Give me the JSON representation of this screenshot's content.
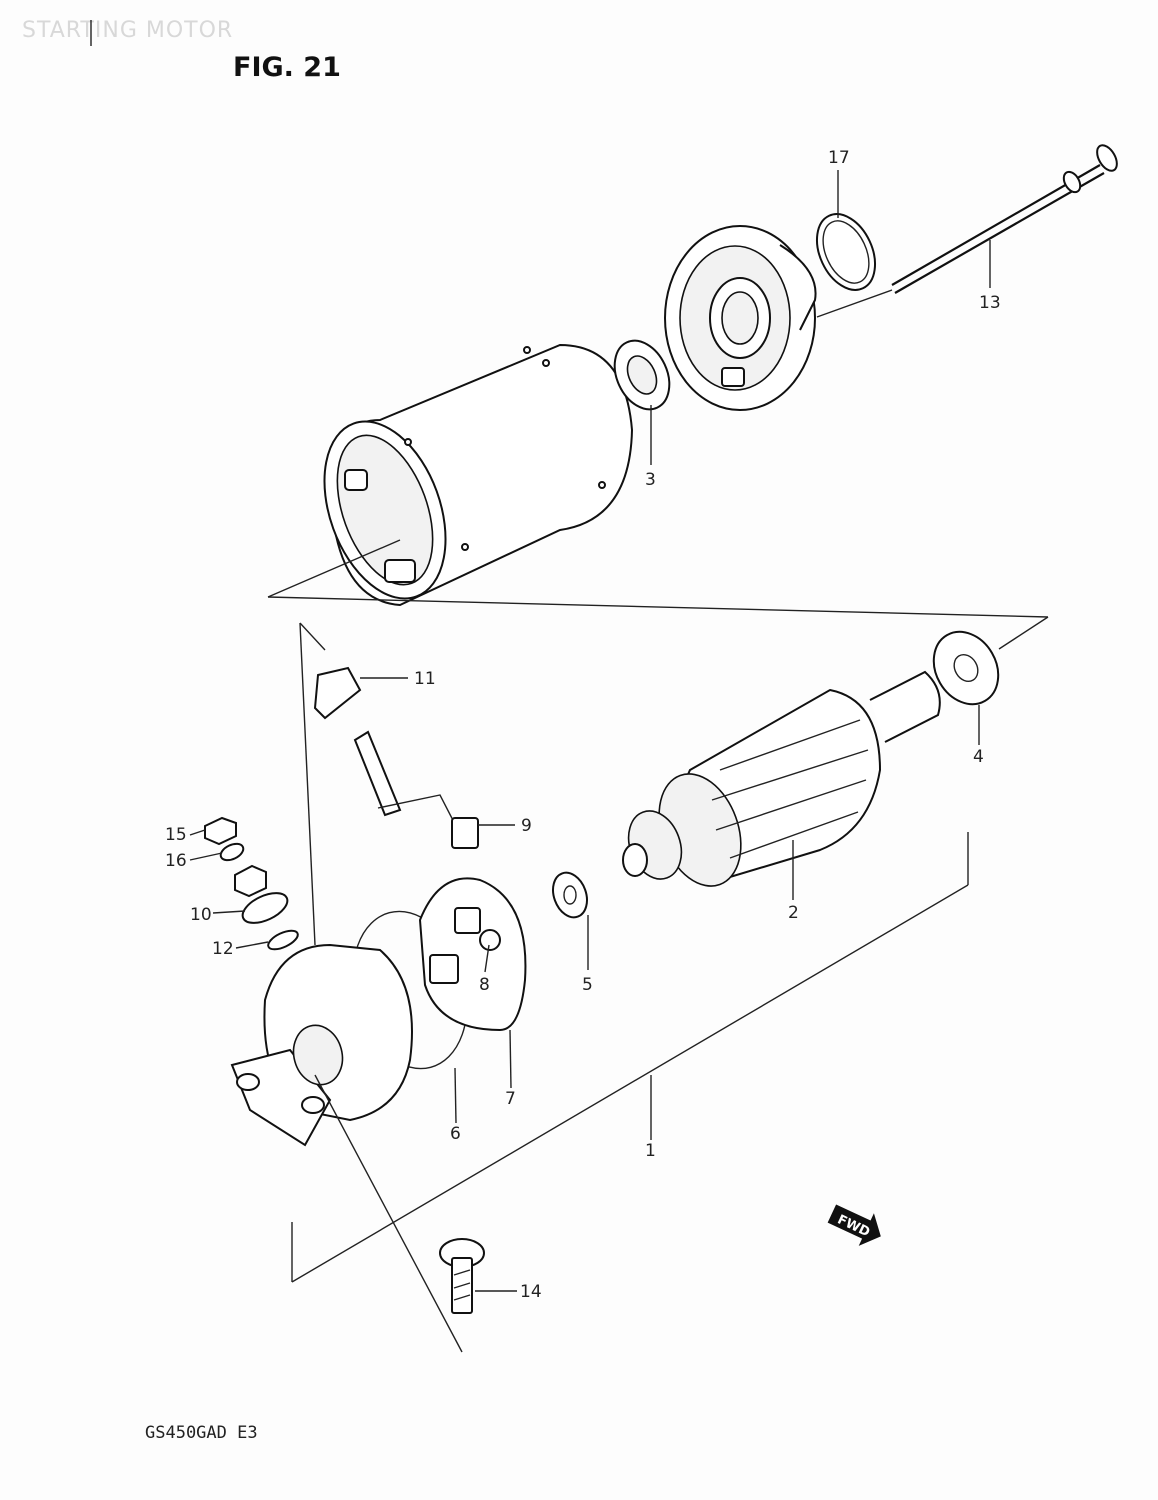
{
  "page": {
    "header_title": "STARTING MOTOR",
    "figure_label": "FIG. 21",
    "model_code": "GS450GAD E3",
    "direction_badge": "FWD"
  },
  "callouts": [
    {
      "id": "1",
      "part": "starting-motor-assembly"
    },
    {
      "id": "2",
      "part": "armature"
    },
    {
      "id": "3",
      "part": "bearing"
    },
    {
      "id": "4",
      "part": "washer"
    },
    {
      "id": "5",
      "part": "washer"
    },
    {
      "id": "6",
      "part": "o-ring"
    },
    {
      "id": "7",
      "part": "brush-plate"
    },
    {
      "id": "8",
      "part": "brush"
    },
    {
      "id": "9",
      "part": "terminal-brush"
    },
    {
      "id": "10",
      "part": "washer"
    },
    {
      "id": "11",
      "part": "insulator"
    },
    {
      "id": "12",
      "part": "o-ring"
    },
    {
      "id": "13",
      "part": "through-bolt"
    },
    {
      "id": "14",
      "part": "bolt"
    },
    {
      "id": "15",
      "part": "nut"
    },
    {
      "id": "16",
      "part": "lock-washer"
    },
    {
      "id": "17",
      "part": "o-ring"
    }
  ]
}
